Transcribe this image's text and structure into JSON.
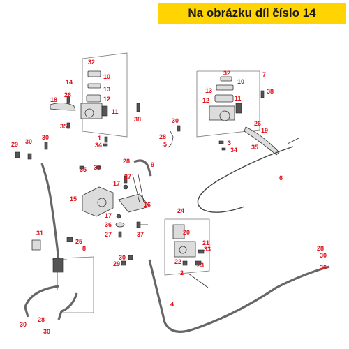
{
  "banner": {
    "text": "Na obrázku díl číslo 14"
  },
  "labels": [
    {
      "id": "l32a",
      "text": "32"
    },
    {
      "id": "l10a",
      "text": "10"
    },
    {
      "id": "l14",
      "text": "14"
    },
    {
      "id": "l13a",
      "text": "13"
    },
    {
      "id": "l12a",
      "text": "12"
    },
    {
      "id": "l26a",
      "text": "26"
    },
    {
      "id": "l18",
      "text": "18"
    },
    {
      "id": "l11a",
      "text": "11"
    },
    {
      "id": "l35a",
      "text": "35"
    },
    {
      "id": "l38a",
      "text": "38"
    },
    {
      "id": "l1",
      "text": "1"
    },
    {
      "id": "l34a",
      "text": "34"
    },
    {
      "id": "l32b",
      "text": "32"
    },
    {
      "id": "l7",
      "text": "7"
    },
    {
      "id": "l10b",
      "text": "10"
    },
    {
      "id": "l13b",
      "text": "13"
    },
    {
      "id": "l11b",
      "text": "11"
    },
    {
      "id": "l38b",
      "text": "38"
    },
    {
      "id": "l12b",
      "text": "12"
    },
    {
      "id": "l26b",
      "text": "26"
    },
    {
      "id": "l19",
      "text": "19"
    },
    {
      "id": "l30a",
      "text": "30"
    },
    {
      "id": "l28a",
      "text": "28"
    },
    {
      "id": "l5",
      "text": "5"
    },
    {
      "id": "l3",
      "text": "3"
    },
    {
      "id": "l34b",
      "text": "34"
    },
    {
      "id": "l35b",
      "text": "35"
    },
    {
      "id": "l29a",
      "text": "29"
    },
    {
      "id": "l30b",
      "text": "30"
    },
    {
      "id": "l30c",
      "text": "30"
    },
    {
      "id": "l28b",
      "text": "28"
    },
    {
      "id": "l9",
      "text": "9"
    },
    {
      "id": "l35c",
      "text": "35"
    },
    {
      "id": "l35d",
      "text": "35"
    },
    {
      "id": "l27a",
      "text": "27"
    },
    {
      "id": "l17a",
      "text": "17"
    },
    {
      "id": "l15",
      "text": "15"
    },
    {
      "id": "l16",
      "text": "16"
    },
    {
      "id": "l6",
      "text": "6"
    },
    {
      "id": "l17b",
      "text": "17"
    },
    {
      "id": "l36",
      "text": "36"
    },
    {
      "id": "l27b",
      "text": "27"
    },
    {
      "id": "l37",
      "text": "37"
    },
    {
      "id": "l24",
      "text": "24"
    },
    {
      "id": "l20",
      "text": "20"
    },
    {
      "id": "l21",
      "text": "21"
    },
    {
      "id": "l33",
      "text": "33"
    },
    {
      "id": "l22",
      "text": "22"
    },
    {
      "id": "l23",
      "text": "23"
    },
    {
      "id": "l2",
      "text": "2"
    },
    {
      "id": "l31",
      "text": "31"
    },
    {
      "id": "l25",
      "text": "25"
    },
    {
      "id": "l8",
      "text": "8"
    },
    {
      "id": "l30d",
      "text": "30"
    },
    {
      "id": "l29b",
      "text": "29"
    },
    {
      "id": "l4",
      "text": "4"
    },
    {
      "id": "l28c",
      "text": "28"
    },
    {
      "id": "l30e",
      "text": "30"
    },
    {
      "id": "l30f",
      "text": "30"
    },
    {
      "id": "l30g",
      "text": "30"
    },
    {
      "id": "l28d",
      "text": "28"
    },
    {
      "id": "l30h",
      "text": "30"
    }
  ]
}
